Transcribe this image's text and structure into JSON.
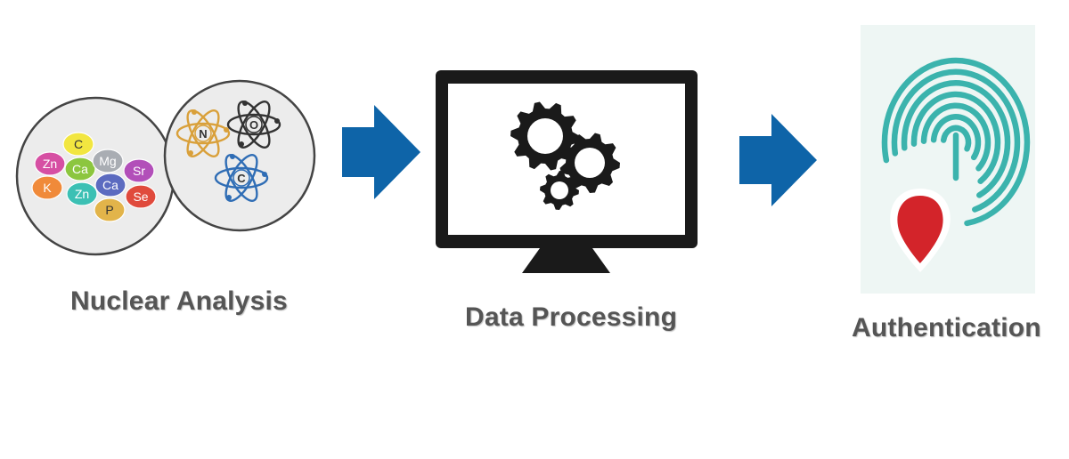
{
  "steps": [
    {
      "label": "Nuclear Analysis"
    },
    {
      "label": "Data Processing"
    },
    {
      "label": "Authentication"
    }
  ],
  "elements": [
    {
      "symbol": "C",
      "color": "#f2e640"
    },
    {
      "symbol": "Zn",
      "color": "#d64fa3"
    },
    {
      "symbol": "Ca",
      "color": "#8cc63f"
    },
    {
      "symbol": "Mg",
      "color": "#a9adb3"
    },
    {
      "symbol": "Sr",
      "color": "#b24fb9"
    },
    {
      "symbol": "K",
      "color": "#f08a3a"
    },
    {
      "symbol": "Zn",
      "color": "#3cc0b4"
    },
    {
      "symbol": "Ca",
      "color": "#5c6bc0"
    },
    {
      "symbol": "Se",
      "color": "#e04a3c"
    },
    {
      "symbol": "P",
      "color": "#e2b44a"
    }
  ],
  "atoms": [
    {
      "symbol": "N",
      "color": "#d9a03a"
    },
    {
      "symbol": "O",
      "color": "#333333"
    },
    {
      "symbol": "C",
      "color": "#2f6db5"
    }
  ],
  "colors": {
    "arrow": "#0e64a8",
    "monitor": "#1a1a1a",
    "fingerprint": "#3bb3ad",
    "pin": "#d3242a",
    "panel_bg": "#eef6f4"
  }
}
